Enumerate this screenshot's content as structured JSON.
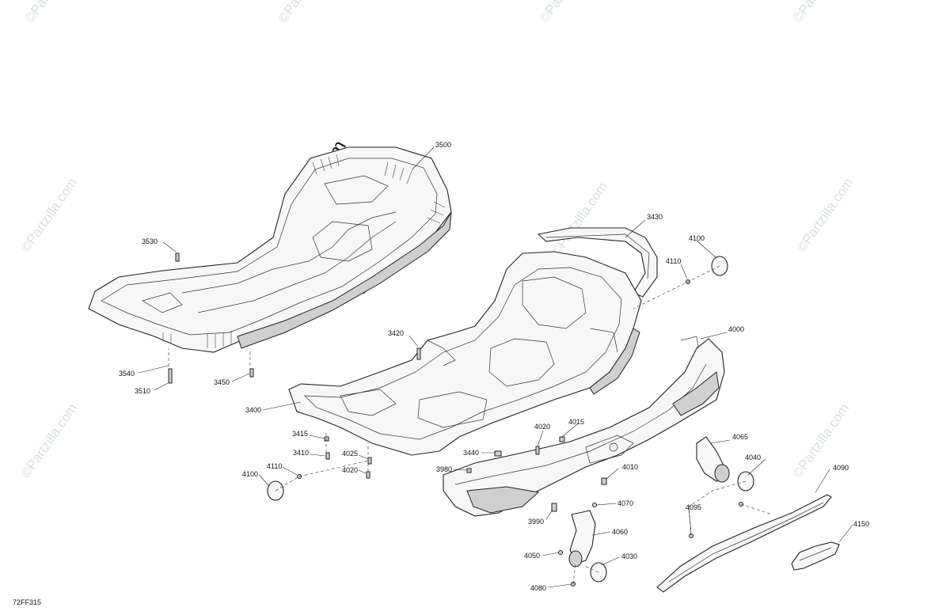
{
  "diagram": {
    "ref_code": "72FF315",
    "watermark_text": "©Partzilla.com",
    "callouts": [
      "3500",
      "3430",
      "4100",
      "4110",
      "3530",
      "4000",
      "3420",
      "3540",
      "3510",
      "3450",
      "3400",
      "4015",
      "4020",
      "4065",
      "3415",
      "3410",
      "4025",
      "3440",
      "4040",
      "4110",
      "4020",
      "4100",
      "3980",
      "4010",
      "4090",
      "4070",
      "4095",
      "3990",
      "4060",
      "4150",
      "4050",
      "4030",
      "4080"
    ]
  }
}
